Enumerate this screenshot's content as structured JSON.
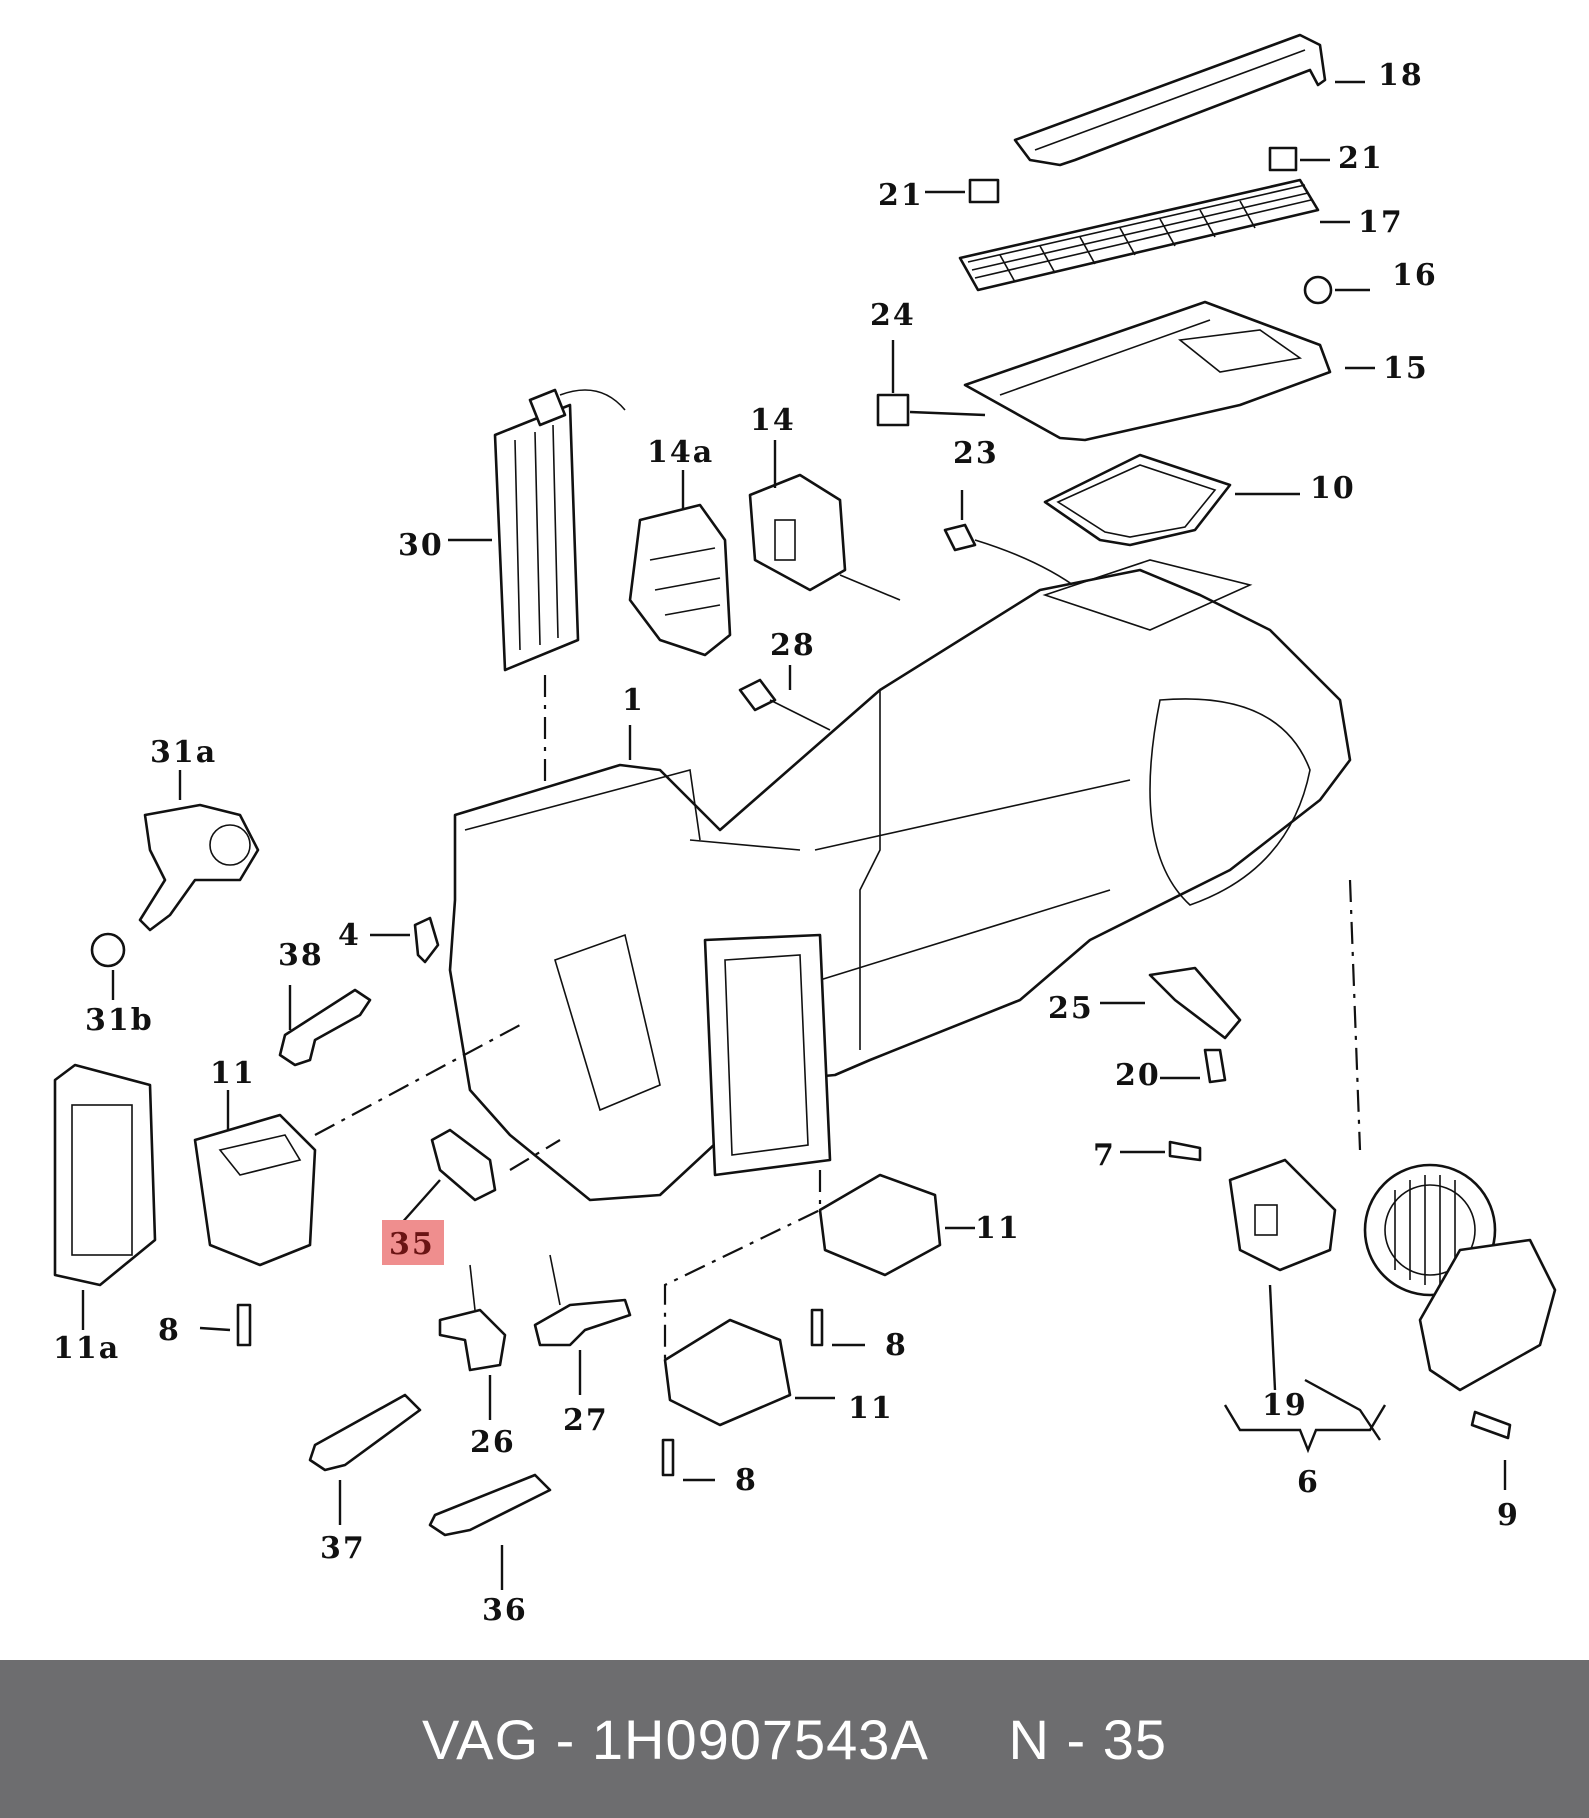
{
  "callouts": {
    "c1": "1",
    "c4": "4",
    "c6": "6",
    "c7": "7",
    "c8a": "8",
    "c8b": "8",
    "c8c": "8",
    "c9": "9",
    "c10": "10",
    "c11a": "11",
    "c11b": "11",
    "c11c": "11",
    "c11sub": "11a",
    "c14": "14",
    "c14a": "14a",
    "c15": "15",
    "c16": "16",
    "c17": "17",
    "c18": "18",
    "c19": "19",
    "c20": "20",
    "c21a": "21",
    "c21b": "21",
    "c23": "23",
    "c24": "24",
    "c25": "25",
    "c26": "26",
    "c27": "27",
    "c28": "28",
    "c30": "30",
    "c31a": "31a",
    "c31b": "31b",
    "c35": "35",
    "c36": "36",
    "c37": "37",
    "c38": "38"
  },
  "highlight": {
    "label": "35",
    "color": "#ef8e8e"
  },
  "footer": {
    "text": "VAG - 1H0907543A     N - 35",
    "background": "#6d6d6f"
  }
}
